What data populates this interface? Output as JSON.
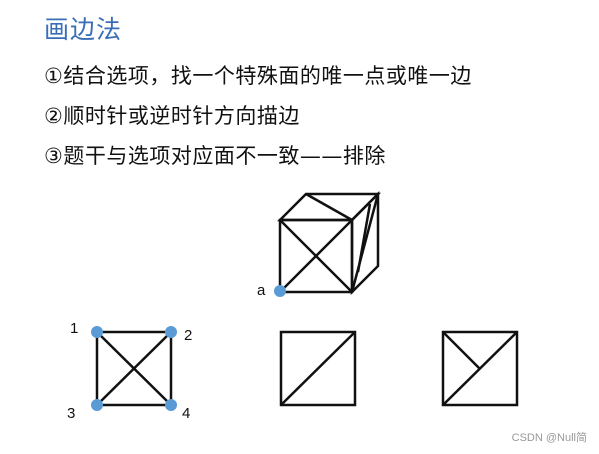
{
  "title": "画边法",
  "steps": [
    "①结合选项，找一个特殊面的唯一点或唯一边",
    "②顺时针或逆时针方向描边",
    "③题干与选项对应面不一致——排除"
  ],
  "cube_label": "a",
  "corner_labels": [
    "1",
    "2",
    "3",
    "4"
  ],
  "watermark": "CSDN @Null简",
  "colors": {
    "title": "#3a6fb8",
    "point": "#5b9bd5",
    "stroke": "#111111"
  }
}
